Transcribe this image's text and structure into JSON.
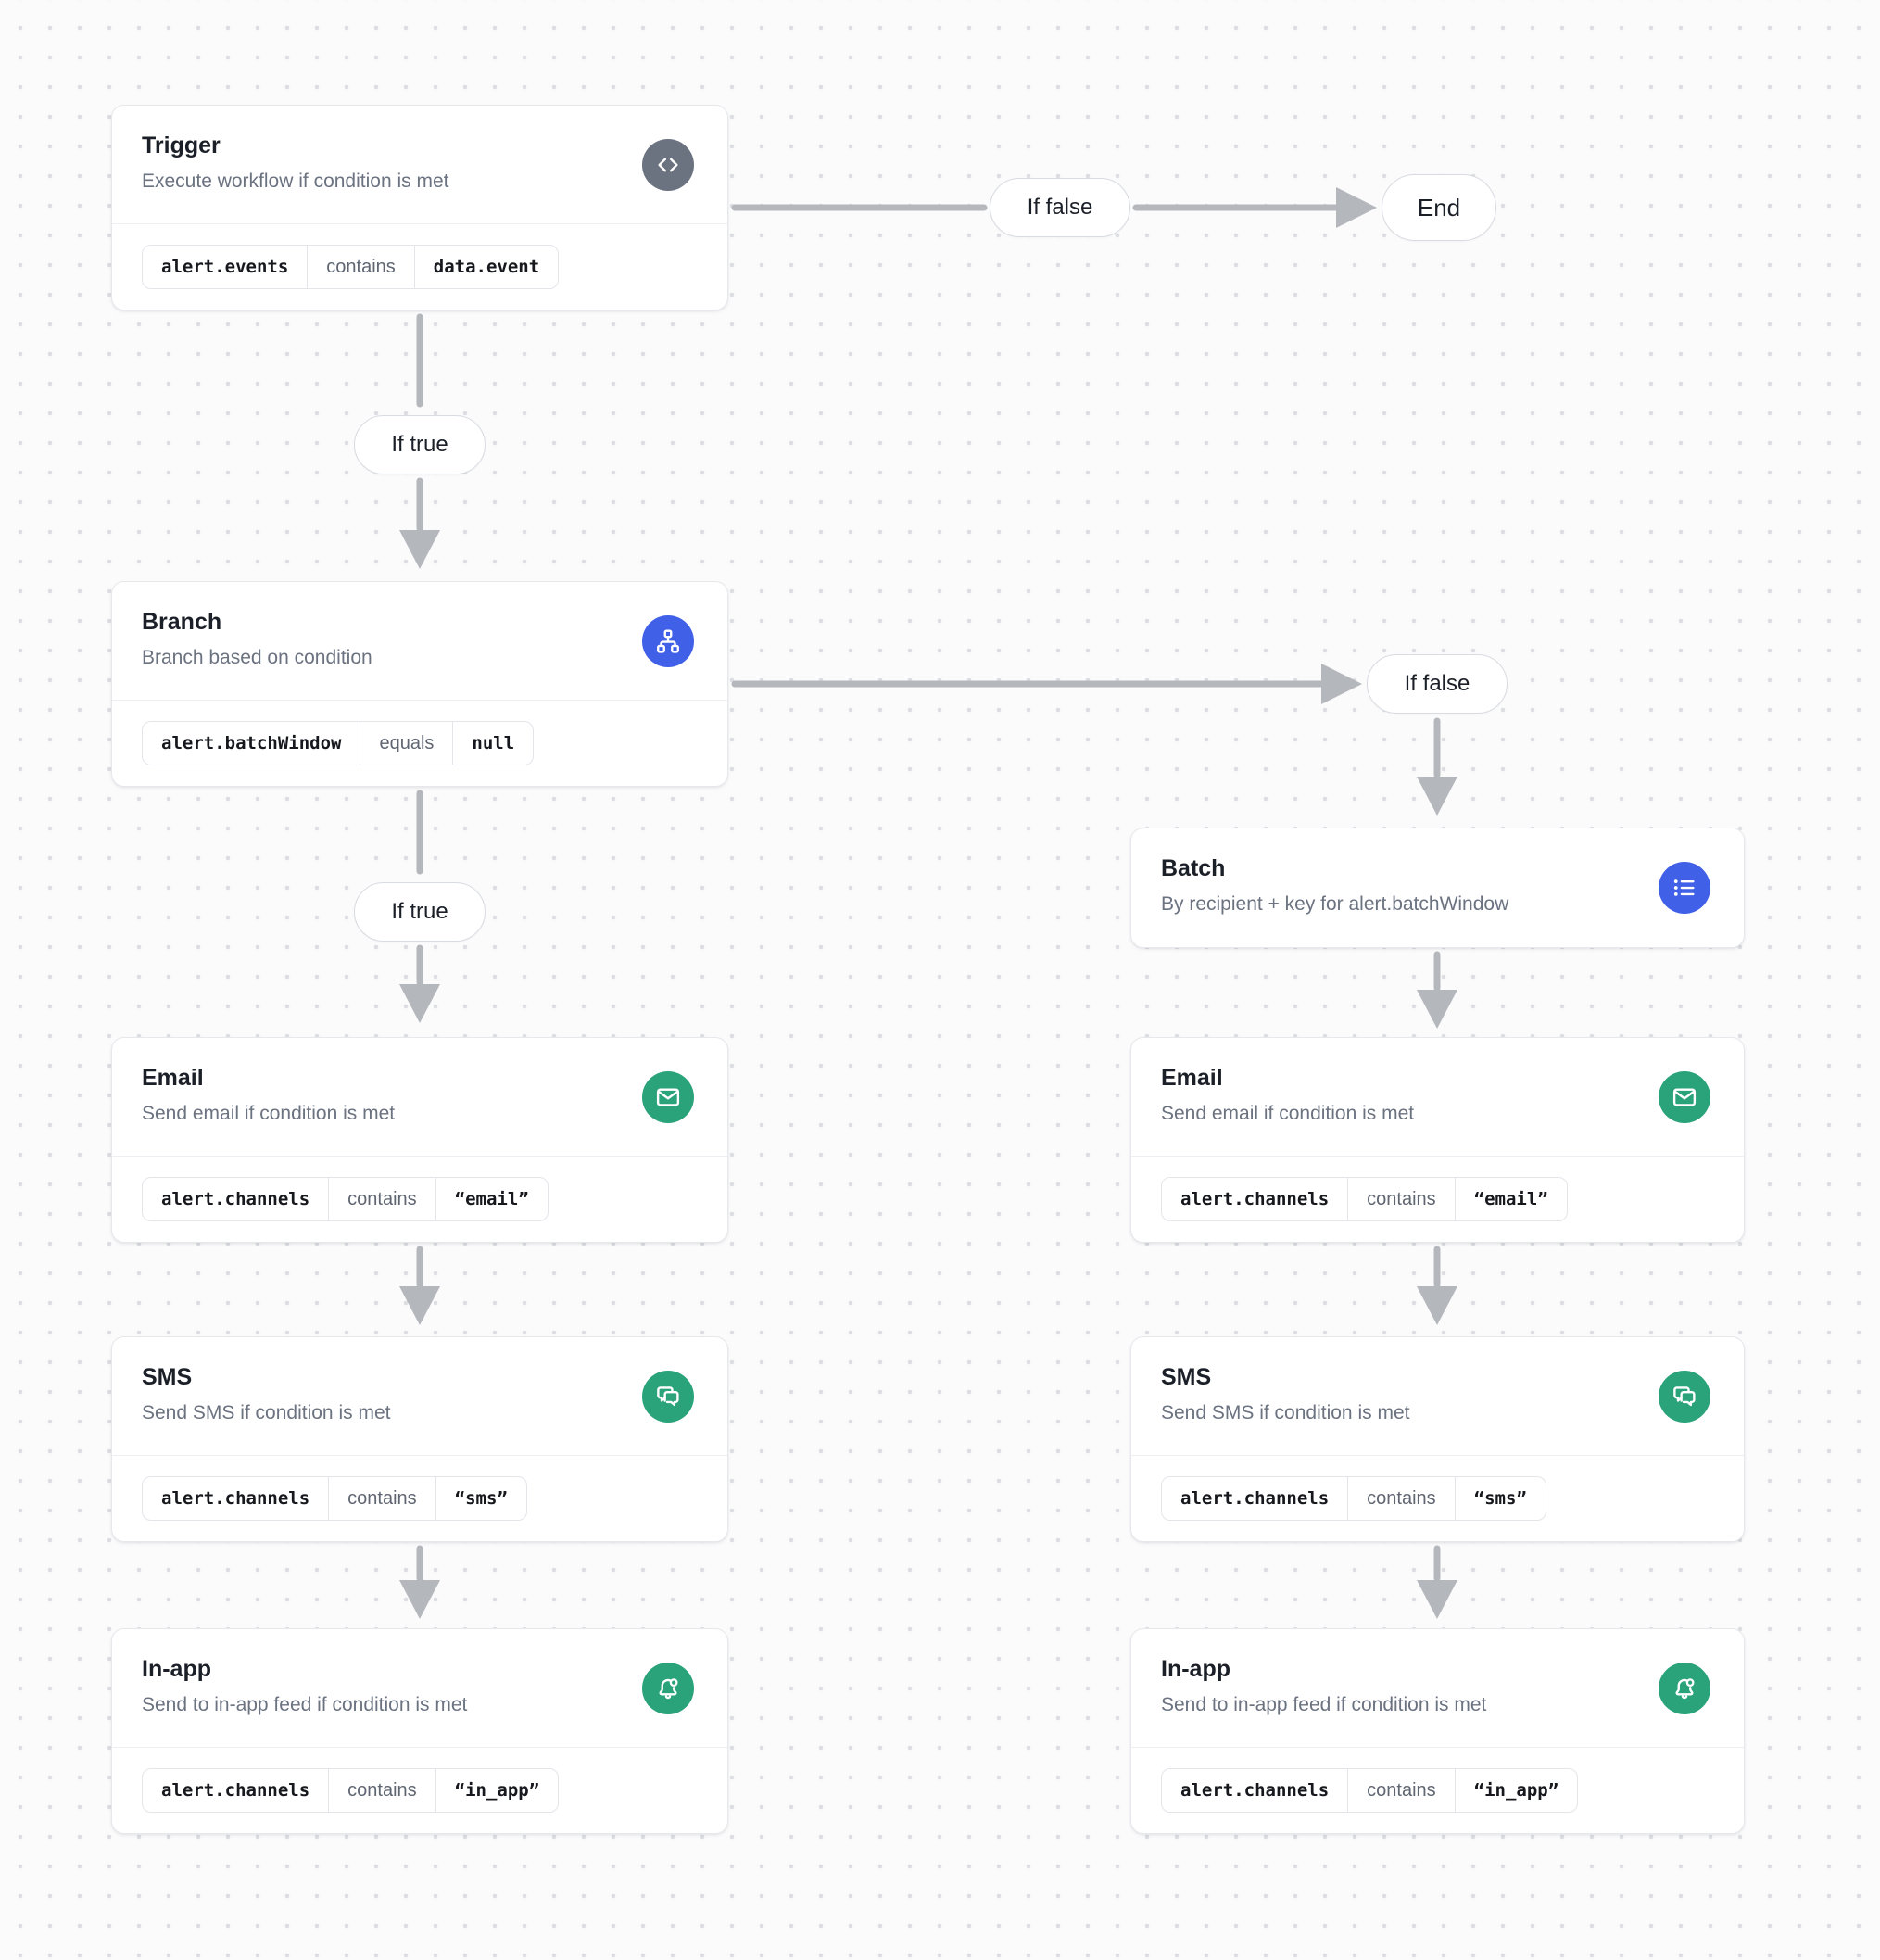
{
  "theme": {
    "bg": "#fbfbfc",
    "dot": "#dcdee2",
    "card_border": "#e6e8eb",
    "title": "#1b1f27",
    "subtitle": "#6b7280",
    "mono_text": "#16181d",
    "operator": "#5f6672",
    "chip_border": "#e3e5e9",
    "pill_border": "#d8dbe0",
    "connector": "#b4b7bc",
    "icon_gray": "#6b7280",
    "icon_blue": "#4160e8",
    "icon_green": "#2aa37b"
  },
  "labels": {
    "if_true": "If true",
    "if_false": "If false",
    "end": "End"
  },
  "nodes": {
    "trigger": {
      "title": "Trigger",
      "subtitle": "Execute workflow if condition is met",
      "icon": "code-icon",
      "condition": {
        "field": "alert.events",
        "operator": "contains",
        "value": "data.event"
      }
    },
    "branch": {
      "title": "Branch",
      "subtitle": "Branch based on condition",
      "icon": "hierarchy-icon",
      "condition": {
        "field": "alert.batchWindow",
        "operator": "equals",
        "value": "null"
      }
    },
    "batch": {
      "title": "Batch",
      "subtitle": "By recipient + key for alert.batchWindow",
      "icon": "list-icon"
    },
    "email": {
      "title": "Email",
      "subtitle": "Send email if condition is met",
      "icon": "mail-icon",
      "condition": {
        "field": "alert.channels",
        "operator": "contains",
        "value": "“email”"
      }
    },
    "sms": {
      "title": "SMS",
      "subtitle": "Send SMS if condition is met",
      "icon": "chat-bubbles-icon",
      "condition": {
        "field": "alert.channels",
        "operator": "contains",
        "value": "“sms”"
      }
    },
    "inapp": {
      "title": "In-app",
      "subtitle": "Send to in-app feed if condition is met",
      "icon": "bell-badge-icon",
      "condition": {
        "field": "alert.channels",
        "operator": "contains",
        "value": "“in_app”"
      }
    }
  }
}
